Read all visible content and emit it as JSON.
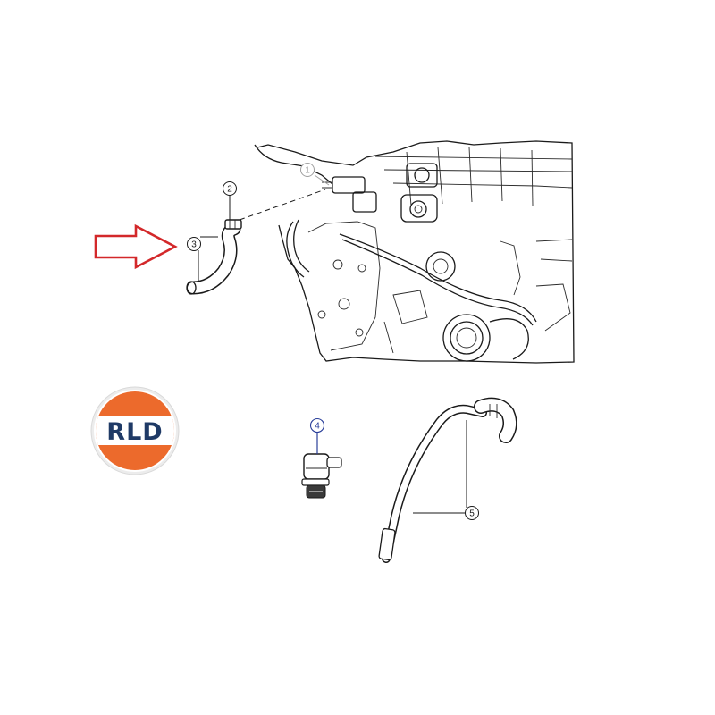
{
  "logo": {
    "text": "RLD",
    "colors": {
      "orange": "#ec6a2c",
      "navy": "#1f3a66",
      "ring": "#d9d9d9"
    }
  },
  "pointer_arrow": {
    "color": "#d3282a",
    "points_to_callout": "3"
  },
  "callouts": [
    {
      "id": "c1",
      "label": "1",
      "color": "#a0a0a0"
    },
    {
      "id": "c2",
      "label": "2",
      "color": "#1a1a1a"
    },
    {
      "id": "c3",
      "label": "3",
      "color": "#1a1a1a"
    },
    {
      "id": "c4",
      "label": "4",
      "color": "#2a3f9a"
    },
    {
      "id": "c5",
      "label": "5",
      "color": "#1a1a1a"
    }
  ]
}
